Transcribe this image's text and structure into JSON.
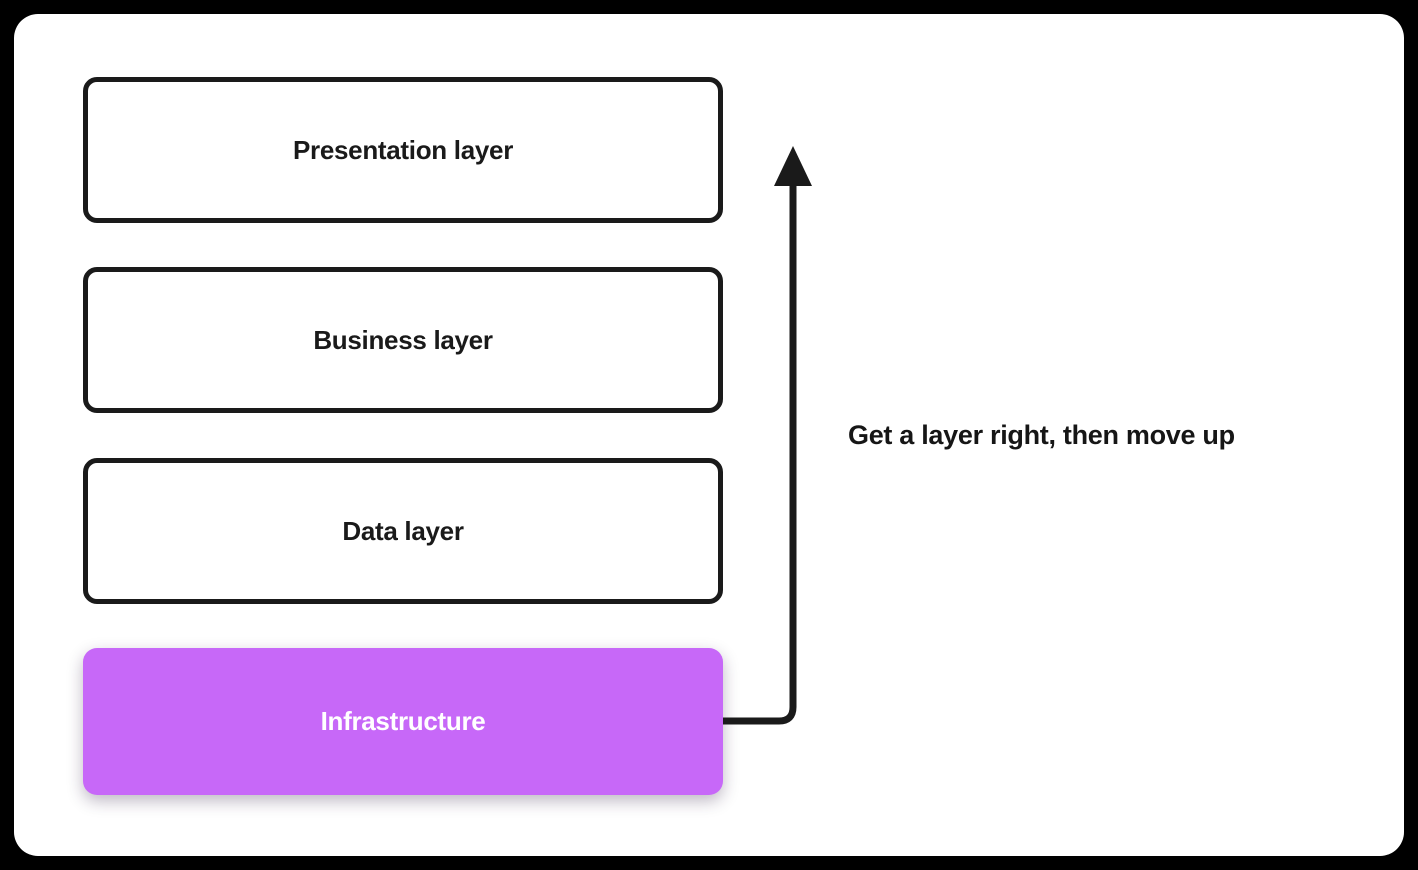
{
  "layers": [
    {
      "label": "Presentation layer",
      "highlighted": false
    },
    {
      "label": "Business layer",
      "highlighted": false
    },
    {
      "label": "Data layer",
      "highlighted": false
    },
    {
      "label": "Infrastructure",
      "highlighted": true
    }
  ],
  "annotation": {
    "text": "Get a layer right, then move up"
  },
  "icons": {
    "arrow": "arrow-up-icon"
  },
  "colors": {
    "canvas_background": "#000000",
    "page_background": "#ffffff",
    "box_border": "#1a1a1a",
    "box_text": "#1a1a1a",
    "highlight_fill": "#c768f8",
    "highlight_text": "#ffffff",
    "connector": "#1a1a1a",
    "annotation_text": "#161616"
  }
}
